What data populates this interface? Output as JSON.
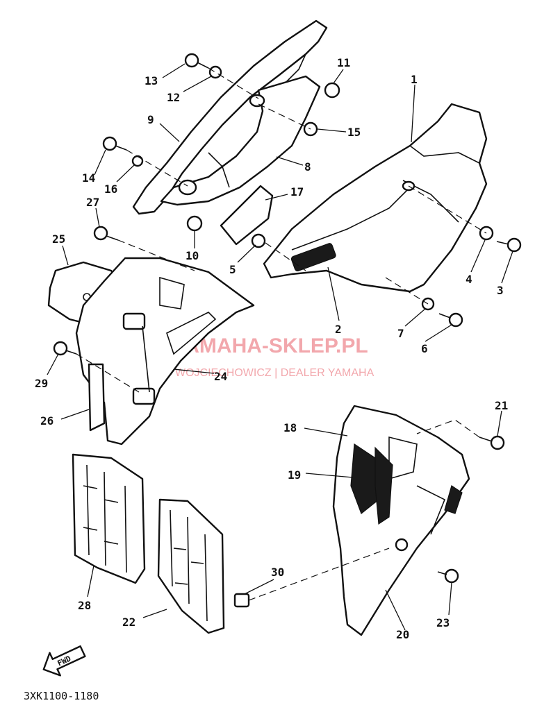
{
  "watermark": {
    "brand": "YAMAHA-SKLEP.PL",
    "tagline": "WOJCIECHOWICZ | DEALER YAMAHA",
    "brand_color": "#e8606a"
  },
  "diagram_code": "3XK1100-1180",
  "fwd_label": "FWD",
  "callouts": [
    {
      "id": "1",
      "label": "1"
    },
    {
      "id": "2",
      "label": "2"
    },
    {
      "id": "3",
      "label": "3"
    },
    {
      "id": "4",
      "label": "4"
    },
    {
      "id": "5",
      "label": "5"
    },
    {
      "id": "6",
      "label": "6"
    },
    {
      "id": "7",
      "label": "7"
    },
    {
      "id": "8",
      "label": "8"
    },
    {
      "id": "9",
      "label": "9"
    },
    {
      "id": "10",
      "label": "10"
    },
    {
      "id": "11",
      "label": "11"
    },
    {
      "id": "12",
      "label": "12"
    },
    {
      "id": "13",
      "label": "13"
    },
    {
      "id": "14",
      "label": "14"
    },
    {
      "id": "15",
      "label": "15"
    },
    {
      "id": "16",
      "label": "16"
    },
    {
      "id": "17",
      "label": "17"
    },
    {
      "id": "18",
      "label": "18"
    },
    {
      "id": "19",
      "label": "19"
    },
    {
      "id": "20",
      "label": "20"
    },
    {
      "id": "21",
      "label": "21"
    },
    {
      "id": "22",
      "label": "22"
    },
    {
      "id": "23",
      "label": "23"
    },
    {
      "id": "24",
      "label": "24"
    },
    {
      "id": "25",
      "label": "25"
    },
    {
      "id": "26",
      "label": "26"
    },
    {
      "id": "27",
      "label": "27"
    },
    {
      "id": "28",
      "label": "28"
    },
    {
      "id": "29",
      "label": "29"
    },
    {
      "id": "30",
      "label": "30"
    }
  ]
}
